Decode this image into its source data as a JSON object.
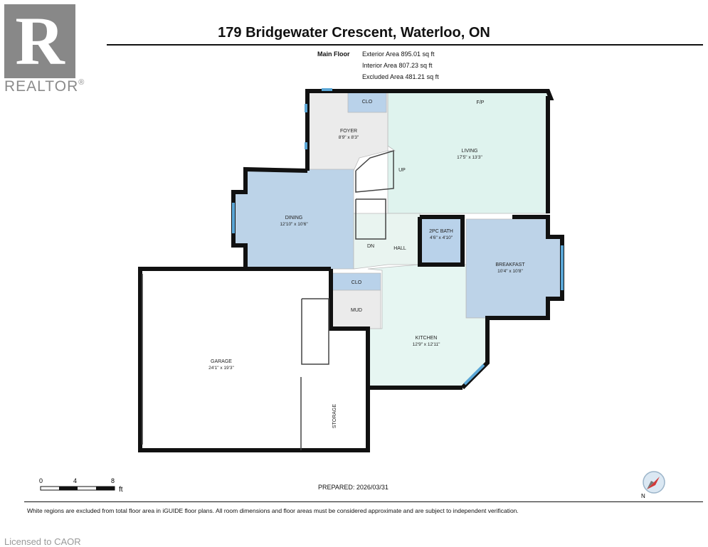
{
  "brand": {
    "logo_letter": "R",
    "name": "REALTOR",
    "mark": "®",
    "color": "#8b8b8b"
  },
  "title": "179 Bridgewater Crescent, Waterloo, ON",
  "floor": {
    "label": "Main Floor",
    "exterior_area": "Exterior Area 895.01 sq ft",
    "interior_area": "Interior Area 807.23 sq ft",
    "excluded_area": "Excluded Area 481.21 sq ft"
  },
  "rooms": {
    "foyer": {
      "name": "FOYER",
      "dims": "8'9\" x 8'3\""
    },
    "living": {
      "name": "LIVING",
      "dims": "17'5\" x 13'3\""
    },
    "dining": {
      "name": "DINING",
      "dims": "12'10\" x 10'6\""
    },
    "bath": {
      "name": "2PC BATH",
      "dims": "4'6\" x 4'10\""
    },
    "breakfast": {
      "name": "BREAKFAST",
      "dims": "10'4\" x 10'8\""
    },
    "kitchen": {
      "name": "KITCHEN",
      "dims": "12'9\" x 12'11\""
    },
    "garage": {
      "name": "GARAGE",
      "dims": "24'1\" x 19'3\""
    },
    "clo1": "CLO",
    "clo2": "CLO",
    "mud": "MUD",
    "hall": "HALL",
    "dn": "DN",
    "up": "UP",
    "fp": "F/P",
    "storage": "STORAGE"
  },
  "scale": {
    "t0": "0",
    "t1": "4",
    "t2": "8",
    "unit": "ft"
  },
  "compass_label": "N",
  "prepared": "PREPARED: 2026/03/31",
  "footer_note": "White regions are excluded from total floor area in iGUIDE floor plans. All room dimensions and floor areas must be considered approximate and are subject to independent verification.",
  "licensed": "Licensed to CAOR",
  "colors": {
    "living": "#dff3ee",
    "kitchen": "#e6f6f2",
    "dining": "#bcd3e8",
    "breakfast": "#bdd3e8",
    "bath": "#b9d2ea",
    "closet": "#b9d2ea",
    "foyer": "#ebebeb",
    "hall": "#e9f4f0",
    "wall": "#111111",
    "window": "#5aa6d6"
  }
}
